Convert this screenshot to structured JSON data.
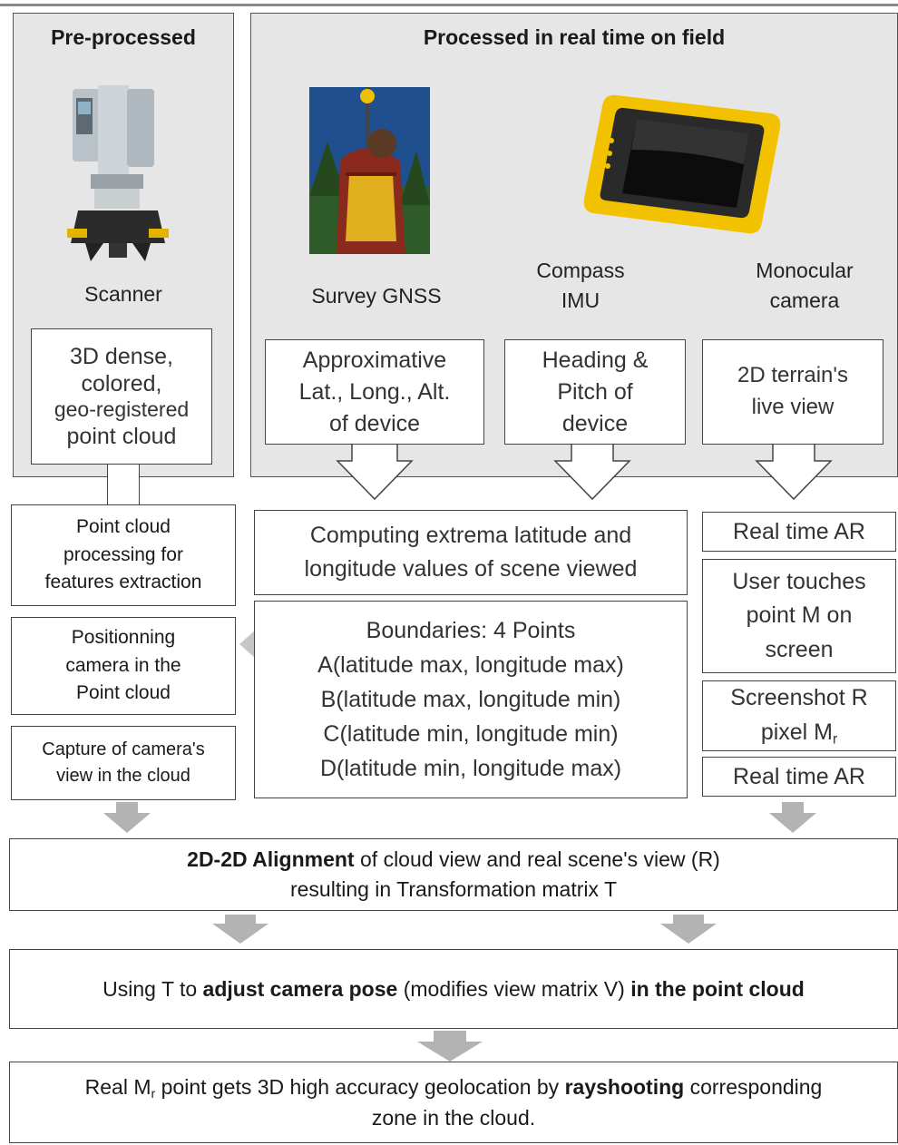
{
  "pre_panel": {
    "title": "Pre-processed",
    "device_label": "Scanner",
    "box_lines": [
      "3D dense,",
      "colored,",
      "geo-registered",
      "point cloud"
    ]
  },
  "rt_panel": {
    "title": "Processed in real time on field",
    "devices": [
      {
        "label_lines": [
          "Survey GNSS"
        ]
      },
      {
        "label_lines": [
          "Compass",
          "IMU"
        ]
      },
      {
        "label_lines": [
          "Monocular",
          "camera"
        ]
      }
    ],
    "boxes": [
      {
        "lines": [
          "Approximative",
          "Lat., Long., Alt.",
          "of device"
        ]
      },
      {
        "lines": [
          "Heading &",
          "Pitch of",
          "device"
        ]
      },
      {
        "lines": [
          "2D terrain's",
          "live view"
        ]
      }
    ]
  },
  "left_column": [
    {
      "lines": [
        "Point cloud",
        "processing for",
        "features extraction"
      ]
    },
    {
      "lines": [
        "Positionning",
        "camera in the",
        "Point cloud"
      ]
    },
    {
      "lines": [
        "Capture of camera's",
        "view in the cloud"
      ]
    }
  ],
  "middle_column": {
    "computing_lines": [
      "Computing extrema latitude and",
      "longitude values of scene viewed"
    ],
    "boundaries_lines": [
      "Boundaries:  4 Points",
      "A(latitude max, longitude max)",
      "B(latitude max, longitude min)",
      "C(latitude min, longitude min)",
      "D(latitude min, longitude max)"
    ]
  },
  "right_column": {
    "ar_top": "Real time AR",
    "user_touch_lines": [
      "User touches",
      "point M on",
      "screen"
    ],
    "screenshot_line1": "Screenshot R",
    "screenshot_line2_pre": "pixel M",
    "screenshot_sub": "r",
    "ar_bottom": "Real time AR"
  },
  "alignment": {
    "bold": "2D-2D Alignment",
    "rest": " of cloud view and real scene's view (R)",
    "line2": "resulting in Transformation matrix T"
  },
  "adjust": {
    "p1": "Using T to ",
    "b1": "adjust camera pose",
    "p2": " (modifies view matrix V) ",
    "b2": "in the point cloud"
  },
  "final": {
    "p1": "Real M",
    "sub": "r",
    "p2": " point gets 3D high accuracy geolocation by ",
    "b1": "rayshooting",
    "p3": " corresponding",
    "line2": "zone in the cloud."
  },
  "colors": {
    "panel_bg": "#e6e6e6",
    "arrow_gray": "#b3b3b3",
    "border": "#444444",
    "yellow": "#f2c200"
  }
}
